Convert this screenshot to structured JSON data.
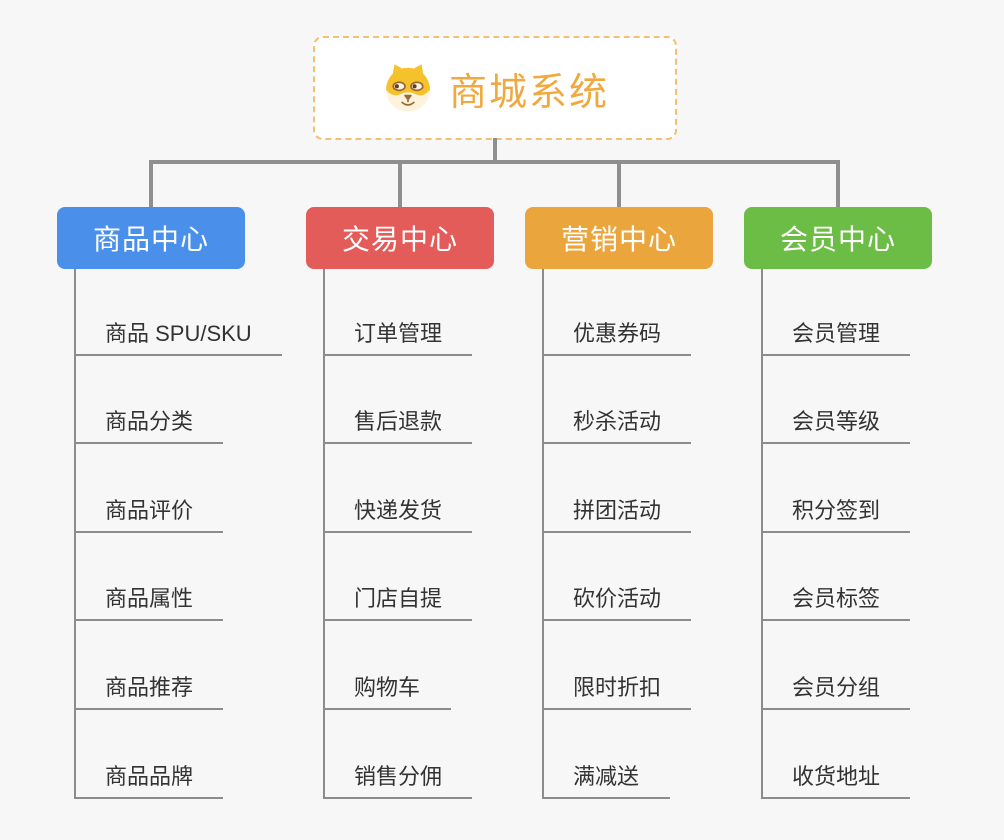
{
  "root": {
    "title": "商城系统",
    "icon": "dog-face-icon"
  },
  "branches": [
    {
      "id": "product-center",
      "label": "商品中心",
      "color": "#4a90ea",
      "children": [
        "商品 SPU/SKU",
        "商品分类",
        "商品评价",
        "商品属性",
        "商品推荐",
        "商品品牌"
      ]
    },
    {
      "id": "trade-center",
      "label": "交易中心",
      "color": "#e45c5a",
      "children": [
        "订单管理",
        "售后退款",
        "快递发货",
        "门店自提",
        "购物车",
        "销售分佣"
      ]
    },
    {
      "id": "marketing-center",
      "label": "营销中心",
      "color": "#eaa63d",
      "children": [
        "优惠券码",
        "秒杀活动",
        "拼团活动",
        "砍价活动",
        "限时折扣",
        "满减送"
      ]
    },
    {
      "id": "member-center",
      "label": "会员中心",
      "color": "#6cbd45",
      "children": [
        "会员管理",
        "会员等级",
        "积分签到",
        "会员标签",
        "会员分组",
        "收货地址"
      ]
    }
  ],
  "colors": {
    "background": "#f7f7f7",
    "connector": "#8f8f8f",
    "child_line": "#8c8c8c",
    "root_border": "#f3c06f",
    "root_title": "#f0a93f",
    "branch_text": "#ffffff",
    "child_text": "#333333"
  }
}
